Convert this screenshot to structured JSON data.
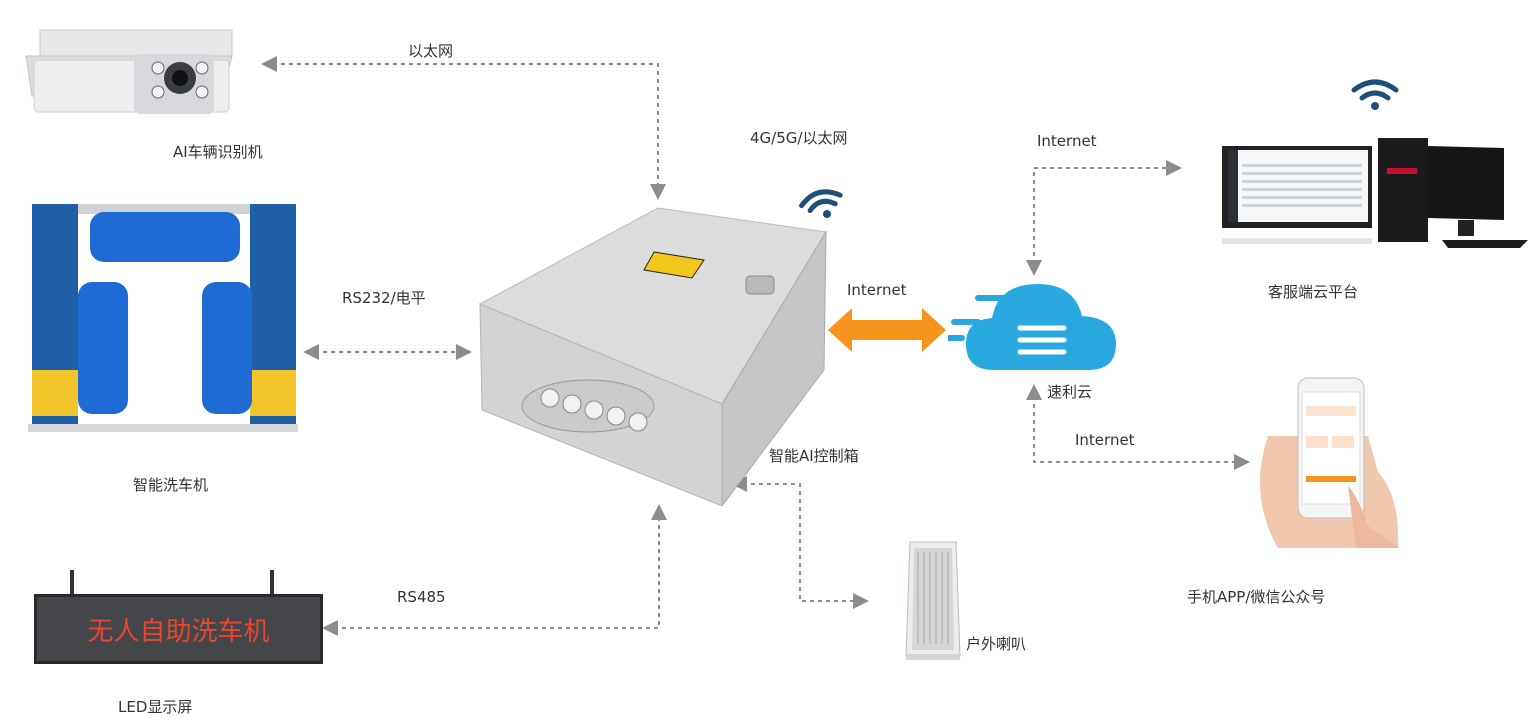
{
  "devices": {
    "camera": "AI车辆识别机",
    "car_wash": "智能洗车机",
    "led_display": "LED显示屏",
    "led_text": "无人自助洗车机",
    "control_box": "智能AI控制箱",
    "speaker": "户外喇叭",
    "cloud": "速利云",
    "pc_platform": "客服端云平台",
    "mobile": "手机APP/微信公众号"
  },
  "links": {
    "camera": "以太网",
    "uplink": "4G/5G/以太网",
    "car_wash": "RS232/电平",
    "led": "RS485",
    "cloud": "Internet",
    "pc": "Internet",
    "mobile": "Internet"
  },
  "colors": {
    "dashed_line": "#8c8c8c",
    "orange_arrow": "#f7941d",
    "cloud": "#29a8e0",
    "wifi": "#1d4f7a",
    "led_text": "#e8452f"
  }
}
